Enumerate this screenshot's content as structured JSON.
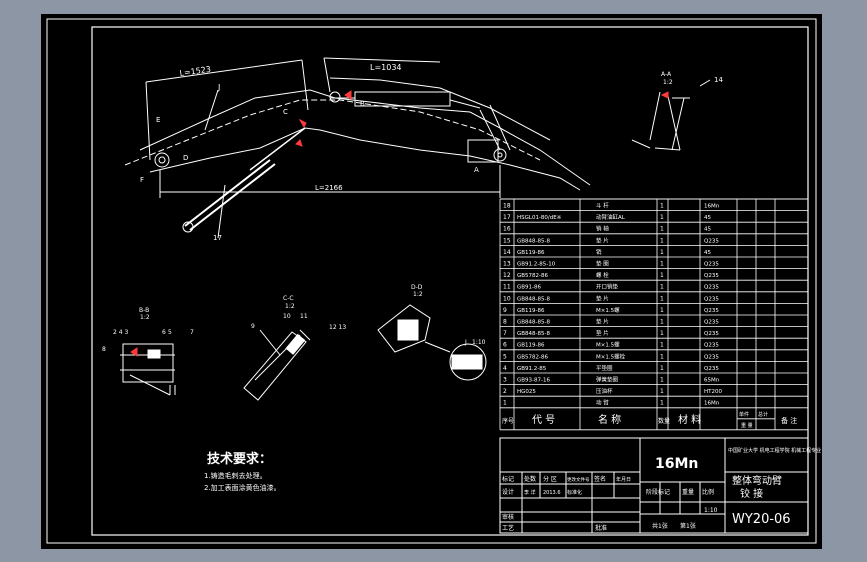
{
  "colors": {
    "background": "#8c96a4",
    "drawing_bg": "#000000",
    "line": "#ffffff",
    "dimension": "#ffffff",
    "accent_red": "#ff3b3b"
  },
  "dimensions": {
    "d1": "L=1523",
    "d2": "L=1034",
    "d3": "L=2166"
  },
  "labels": {
    "j": "J",
    "e": "E",
    "b": "B",
    "d": "D",
    "c": "C",
    "a": "A",
    "f": "F",
    "l17": "17",
    "l14": "14",
    "aa": "A-A",
    "aa_scale": "1:2",
    "bb": "B-B",
    "bb_scale": "1:2",
    "cc": "C-C",
    "cc_scale": "1:2",
    "dd": "D-D",
    "dd_scale": "1:2",
    "jdetail": "J",
    "jscale": "1:10",
    "bb_nums": "2  4  3",
    "n5": "5",
    "n6": "6",
    "n7": "7",
    "n8": "8",
    "n9": "9",
    "n10": "10",
    "n11": "11",
    "n12_13": "12 13"
  },
  "tech": {
    "title": "技术要求：",
    "line1": "1.铸造毛刺去处理。",
    "line2": "2.加工表面涂黄色油漆。"
  },
  "bom": {
    "rows": [
      {
        "no": "18",
        "code": "",
        "name": "斗 杆",
        "qty": "1",
        "material": "16Mn"
      },
      {
        "no": "17",
        "code": "HSGL01-80/dE※",
        "name": "动臂油缸AL",
        "qty": "1",
        "material": "45"
      },
      {
        "no": "16",
        "code": "",
        "name": "销 轴",
        "qty": "1",
        "material": "45"
      },
      {
        "no": "15",
        "code": "GB848-85-8",
        "name": "垫 片",
        "qty": "1",
        "material": "Q235"
      },
      {
        "no": "14",
        "code": "GB119-86",
        "name": "销",
        "qty": "1",
        "material": "45"
      },
      {
        "no": "13",
        "code": "GB91.2-85-10",
        "name": "垫 圈",
        "qty": "1",
        "material": "Q235"
      },
      {
        "no": "12",
        "code": "GB5782-86",
        "name": "螺 栓",
        "qty": "1",
        "material": "Q235"
      },
      {
        "no": "11",
        "code": "GB91-86",
        "name": "开口销垫",
        "qty": "1",
        "material": "Q235"
      },
      {
        "no": "10",
        "code": "GB848-85-8",
        "name": "垫 片",
        "qty": "1",
        "material": "Q235"
      },
      {
        "no": "9",
        "code": "GB119-86",
        "name": "M×1.5螺",
        "qty": "1",
        "material": "Q235"
      },
      {
        "no": "8",
        "code": "GB848-85-8",
        "name": "垫 片",
        "qty": "1",
        "material": "Q235"
      },
      {
        "no": "7",
        "code": "GB848-85-8",
        "name": "垫 片",
        "qty": "1",
        "material": "Q235"
      },
      {
        "no": "6",
        "code": "GB119-86",
        "name": "M×1.5螺",
        "qty": "1",
        "material": "Q235"
      },
      {
        "no": "5",
        "code": "GB5782-86",
        "name": "M×1.5螺栓",
        "qty": "1",
        "material": "Q235"
      },
      {
        "no": "4",
        "code": "GB91.2-85",
        "name": "平垫圈",
        "qty": "1",
        "material": "Q235"
      },
      {
        "no": "3",
        "code": "GB93-87-16",
        "name": "弹簧垫圈",
        "qty": "1",
        "material": "65Mn"
      },
      {
        "no": "2",
        "code": "HG025",
        "name": "压油杯",
        "qty": "1",
        "material": "HT200"
      },
      {
        "no": "1",
        "code": "",
        "name": "动 臂",
        "qty": "1",
        "material": "16Mn"
      }
    ],
    "header": {
      "no": "序号",
      "code": "代 号",
      "name": "名 称",
      "qty": "数量",
      "material": "材 料",
      "single": "单件",
      "total": "总计",
      "weight": "重 量",
      "remark": "备 注"
    }
  },
  "title_block": {
    "material": "16Mn",
    "school": "中国矿业大学 机电工程学院 机械工程专业",
    "title1": "整体弯动臂",
    "title2": "铰 接",
    "drawing_no": "WY20-06",
    "mark": "标记",
    "count": "处数",
    "zone": "分 区",
    "change_doc": "更改文件号",
    "sign": "签名",
    "date": "年月日",
    "design": "设计",
    "designer": "李 洋",
    "standardize": "标准化",
    "std_date": "2013.6",
    "review": "审核",
    "process": "工艺",
    "approve": "批准",
    "stage": "阶段标记",
    "weight": "重量",
    "scale": "比例",
    "scale_val": "1:10",
    "sheets": "共1张",
    "sheet": "第1张"
  }
}
